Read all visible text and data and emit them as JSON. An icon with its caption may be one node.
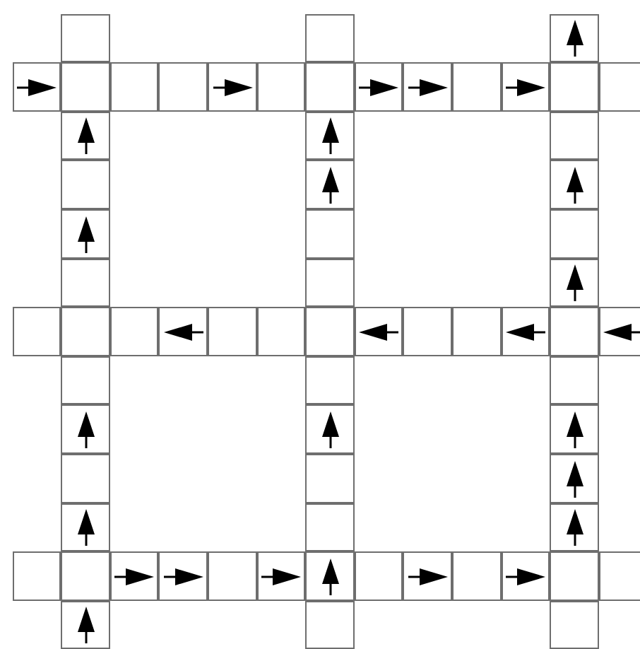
{
  "diagram": {
    "nodes": [
      {
        "text": [],
        "shape": "box"
      },
      {
        "text": [],
        "shape": "box"
      },
      {
        "text": [],
        "shape": "box"
      },
      {
        "text": [],
        "shape": "box"
      },
      {
        "text": [],
        "shape": "box"
      },
      {
        "text": [],
        "shape": "box"
      },
      {
        "text": [],
        "shape": "box"
      },
      {
        "text": [],
        "shape": "box"
      },
      {
        "text": [],
        "shape": "box"
      },
      {
        "text": [],
        "shape": "box"
      },
      {
        "text": [],
        "shape": "box"
      },
      {
        "text": [],
        "shape": "box"
      },
      {
        "text": [],
        "shape": "box"
      },
      {
        "text": [],
        "shape": "box"
      },
      {
        "text": [],
        "shape": "box"
      },
      {
        "text": [],
        "shape": "box"
      },
      {
        "text": [],
        "shape": "box"
      },
      {
        "text": [],
        "shape": "box"
      },
      {
        "text": [],
        "shape": "box"
      },
      {
        "text": [],
        "shape": "box"
      },
      {
        "text": [],
        "shape": "box"
      },
      {
        "text": [],
        "shape": "box"
      },
      {
        "text": [],
        "shape": "box"
      },
      {
        "text": [],
        "shape": "box"
      },
      {
        "text": [],
        "shape": "box"
      },
      {
        "text": [],
        "shape": "box"
      },
      {
        "text": [],
        "shape": "box"
      },
      {
        "text": [],
        "shape": "box"
      },
      {
        "text": [],
        "shape": "box"
      },
      {
        "text": [],
        "shape": "box"
      },
      {
        "text": [],
        "shape": "box"
      },
      {
        "text": [],
        "shape": "box"
      },
      {
        "text": [],
        "shape": "box"
      },
      {
        "text": [],
        "shape": "box"
      },
      {
        "text": [],
        "shape": "box"
      },
      {
        "text": [],
        "shape": "box"
      },
      {
        "text": [],
        "shape": "box"
      },
      {
        "text": [],
        "shape": "box"
      },
      {
        "text": [],
        "shape": "box"
      },
      {
        "text": [],
        "shape": "box"
      },
      {
        "text": [],
        "shape": "box"
      },
      {
        "text": [],
        "shape": "box"
      },
      {
        "text": [],
        "shape": "box"
      },
      {
        "text": [],
        "shape": "box"
      },
      {
        "text": [],
        "shape": "box"
      },
      {
        "text": [],
        "shape": "box"
      },
      {
        "text": [],
        "shape": "box"
      },
      {
        "text": [],
        "shape": "box"
      },
      {
        "text": [],
        "shape": "box"
      },
      {
        "text": [],
        "shape": "box"
      },
      {
        "text": [],
        "shape": "box"
      },
      {
        "text": [],
        "shape": "box"
      },
      {
        "text": [],
        "shape": "box"
      },
      {
        "text": [],
        "shape": "box"
      },
      {
        "text": [],
        "shape": "box"
      },
      {
        "text": [],
        "shape": "box"
      },
      {
        "text": [],
        "shape": "box"
      },
      {
        "text": [],
        "shape": "box"
      },
      {
        "text": [],
        "shape": "box"
      },
      {
        "text": [],
        "shape": "box"
      },
      {
        "text": [],
        "shape": "box"
      },
      {
        "text": [],
        "shape": "box"
      },
      {
        "text": [],
        "shape": "box"
      },
      {
        "text": [],
        "shape": "box"
      },
      {
        "text": [],
        "shape": "box"
      },
      {
        "text": [],
        "shape": "box"
      },
      {
        "text": [],
        "shape": "box"
      },
      {
        "text": [],
        "shape": "box"
      },
      {
        "text": [],
        "shape": "box"
      }
    ]
  }
}
